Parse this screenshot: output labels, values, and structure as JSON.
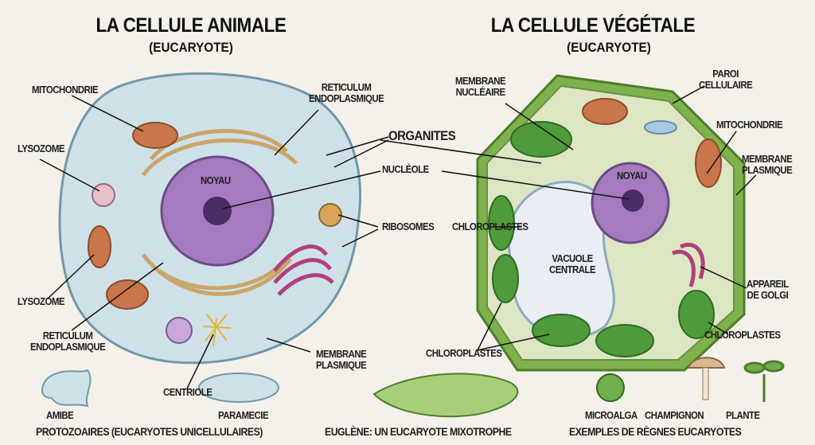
{
  "animal": {
    "title": "LA CELLULE ANIMALE",
    "subtitle": "(EUCARYOTE)",
    "labels": {
      "mitochondrie": "MITOCHONDRIE",
      "reticulum_top_1": "RETICULUM",
      "reticulum_top_2": "ENDOPLASMIQUE",
      "lysozome_top": "LYSOZOME",
      "noyau": "NOYAU",
      "lysozome_bottom": "LYSOZOME",
      "reticulum_bottom_1": "RETICULUM",
      "reticulum_bottom_2": "ENDOPLASMIQUE",
      "membrane_1": "MEMBRANE",
      "membrane_2": "PLASMIQUE",
      "centriole": "CENTRIOLE"
    }
  },
  "shared": {
    "organites": "ORGANITES",
    "nucleole": "NUCLÉOLE",
    "ribosomes": "RIBOSOMES"
  },
  "plant": {
    "title": "LA CELLULE VÉGÉTALE",
    "subtitle": "(EUCARYOTE)",
    "labels": {
      "membrane_nucleaire_1": "MEMBRANE",
      "membrane_nucleaire_2": "NUCLÉAIRE",
      "paroi_1": "PAROI",
      "paroi_2": "CELLULAIRE",
      "mitochondrie": "MITOCHONDRIE",
      "membrane_plasmique_1": "MEMBRANE",
      "membrane_plasmique_2": "PLASMIQUE",
      "noyau": "NOYAU",
      "chloroplastes_left": "CHLOROPLASTES",
      "vacuole_1": "VACUOLE",
      "vacuole_2": "CENTRALE",
      "golgi_1": "APPAREIL",
      "golgi_2": "DE GOLGI",
      "chloroplastes_right": "CHLOROPLASTES",
      "chloroplastes_bottom": "CHLOROPLASTES"
    }
  },
  "bottom": {
    "amibe": "AMIBE",
    "paramecie": "PARAMECIE",
    "protozoaires": "PROTOZOAIRES (EUCARYOTES UNICELLULAIRES)",
    "euglene": "EUGLÈNE: UN EUCARYOTE MIXOTROPHE",
    "microalga": "MICROALGA",
    "champignon": "CHAMPIGNON",
    "plante": "PLANTE",
    "exemples": "EXEMPLES DE RÈGNES EUCARYOTES"
  }
}
